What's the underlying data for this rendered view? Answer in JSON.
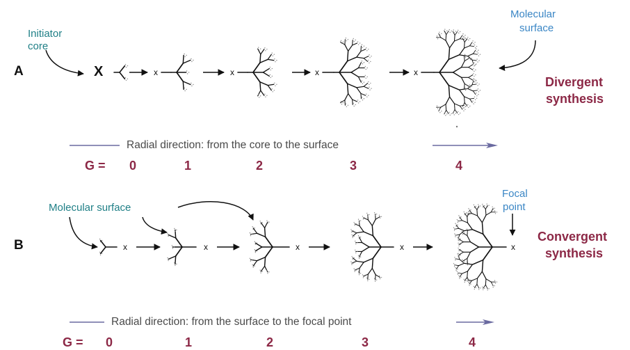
{
  "panel_a": {
    "letter": "A",
    "initiator_label_1": "Initiator",
    "initiator_label_2": "core",
    "surface_label_1": "Molecular",
    "surface_label_2": "surface",
    "synthesis_1": "Divergent",
    "synthesis_2": "synthesis",
    "core_symbol": "X",
    "node_symbol": "x",
    "radial_text": "Radial direction: from the core to the surface",
    "generation_prefix": "G  =",
    "generations": [
      "0",
      "1",
      "2",
      "3",
      "4"
    ]
  },
  "panel_b": {
    "letter": "B",
    "surface_label": "Molecular surface",
    "focal_label_1": "Focal",
    "focal_label_2": "point",
    "synthesis_1": "Convergent",
    "synthesis_2": "synthesis",
    "node_symbol": "x",
    "radial_text": "Radial direction: from the surface to the focal point",
    "generation_prefix": "G  =",
    "generations": [
      "0",
      "1",
      "2",
      "3",
      "4"
    ]
  },
  "colors": {
    "label_teal": "#1f7f86",
    "label_blue": "#3a86c5",
    "synthesis_maroon": "#8c2846",
    "generation_maroon": "#8c2846",
    "radial_line": "#6a6aa0",
    "structure": "#111111"
  }
}
